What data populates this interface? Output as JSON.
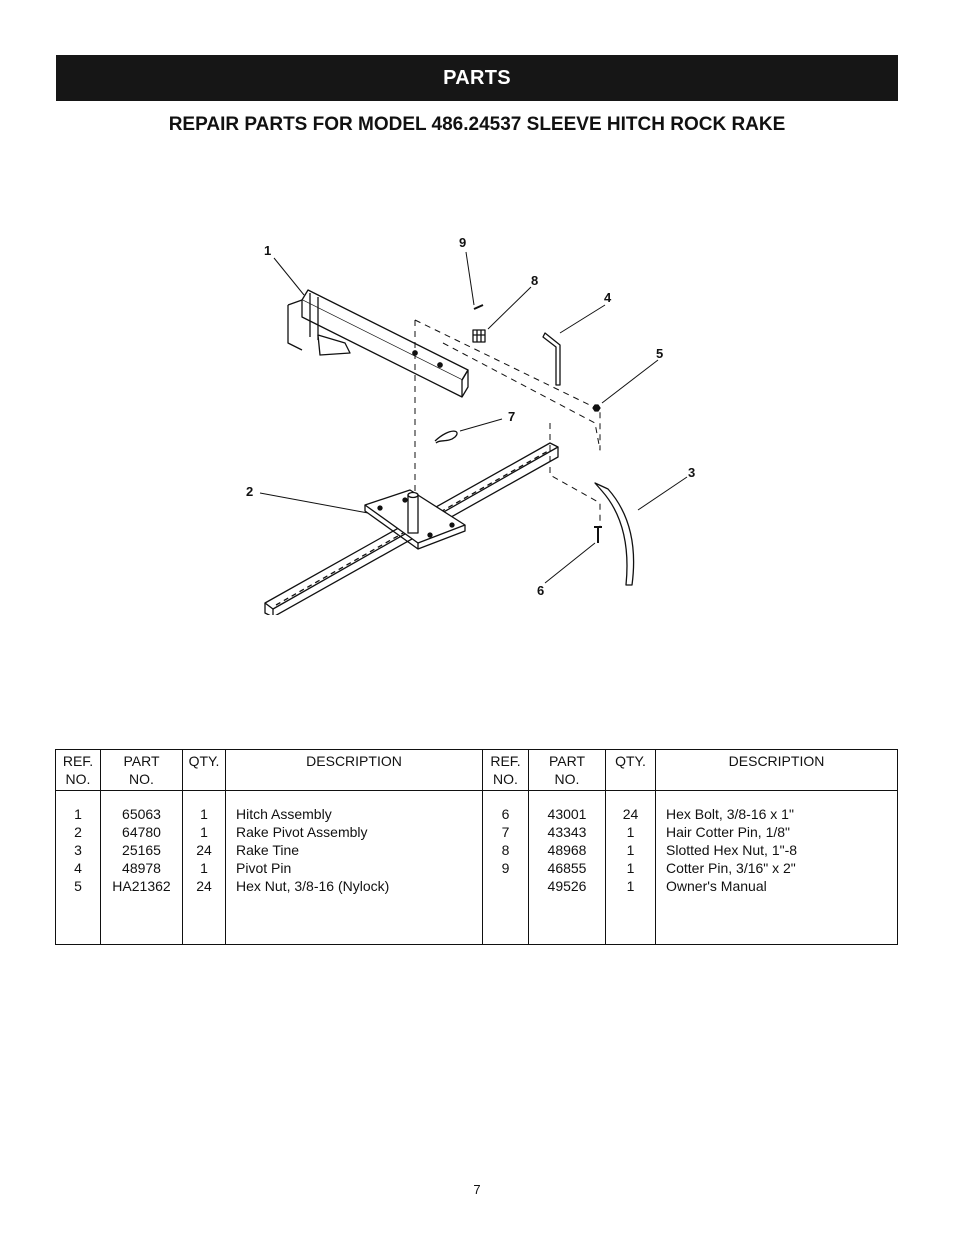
{
  "header": {
    "title": "PARTS"
  },
  "subtitle": "REPAIR PARTS FOR MODEL 486.24537 SLEEVE HITCH ROCK RAKE",
  "diagram": {
    "callouts": [
      "1",
      "2",
      "3",
      "4",
      "5",
      "6",
      "7",
      "8",
      "9"
    ]
  },
  "table": {
    "headers": {
      "ref_1": "REF.",
      "ref_2": "NO.",
      "part_1": "PART",
      "part_2": "NO.",
      "qty": "QTY.",
      "desc": "DESCRIPTION"
    },
    "left": {
      "ref": [
        "1",
        "2",
        "3",
        "4",
        "5"
      ],
      "part": [
        "65063",
        "64780",
        "25165",
        "48978",
        "HA21362"
      ],
      "qty": [
        "1",
        "1",
        "24",
        "1",
        "24"
      ],
      "desc": [
        "Hitch Assembly",
        "Rake Pivot Assembly",
        "Rake Tine",
        "Pivot Pin",
        "Hex Nut, 3/8-16 (Nylock)"
      ]
    },
    "right": {
      "ref": [
        "6",
        "7",
        "8",
        "9"
      ],
      "part": [
        "43001",
        "43343",
        "48968",
        "46855",
        "49526"
      ],
      "qty": [
        "24",
        "1",
        "1",
        "1",
        "1"
      ],
      "desc": [
        "Hex Bolt, 3/8-16 x 1\"",
        "Hair Cotter Pin, 1/8\"",
        "Slotted Hex Nut, 1\"-8",
        "Cotter Pin, 3/16\" x 2\"",
        "Owner's Manual"
      ]
    }
  },
  "page_number": "7"
}
